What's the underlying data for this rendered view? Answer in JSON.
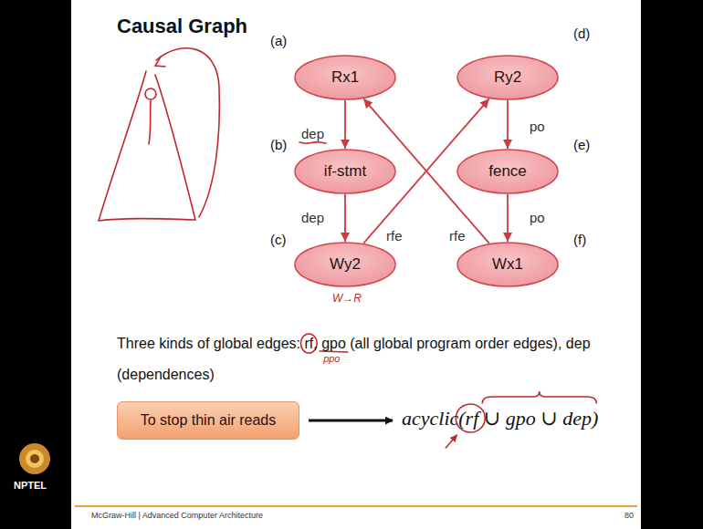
{
  "diagram": {
    "title": "Causal Graph",
    "nodes": [
      {
        "text": [
          "Rx1"
        ]
      },
      {
        "text": [
          "if-stmt"
        ]
      },
      {
        "text": [
          "Wy2"
        ]
      },
      {
        "text": [
          "Ry2"
        ]
      },
      {
        "text": [
          "fence"
        ]
      },
      {
        "text": [
          "Wx1"
        ]
      },
      {
        "text": [
          "To stop thin air reads"
        ]
      }
    ],
    "edges": [
      {
        "from": 0,
        "to": 1,
        "arrow": "to",
        "label": "dep"
      },
      {
        "from": 1,
        "to": 2,
        "arrow": "to",
        "label": "dep"
      },
      {
        "from": 2,
        "to": 3,
        "arrow": "to",
        "label": "rfe"
      },
      {
        "from": 3,
        "to": 4,
        "arrow": "to",
        "label": "po"
      },
      {
        "from": 4,
        "to": 5,
        "arrow": "to",
        "label": "po"
      },
      {
        "from": 5,
        "to": 0,
        "arrow": "to",
        "label": "rfe"
      }
    ],
    "labels": [
      "(a)",
      "(b)",
      "(c)",
      "(d)",
      "(e)",
      "(f)",
      "W→R",
      "Three kinds of global edges: rf, gpo (all global program order edges), dep (dependences)",
      "ppo",
      "acyclic(rf ∪ gpo ∪ dep)",
      "NPTEL",
      "McGraw-Hill | Advanced Computer Architecture",
      "80"
    ]
  }
}
